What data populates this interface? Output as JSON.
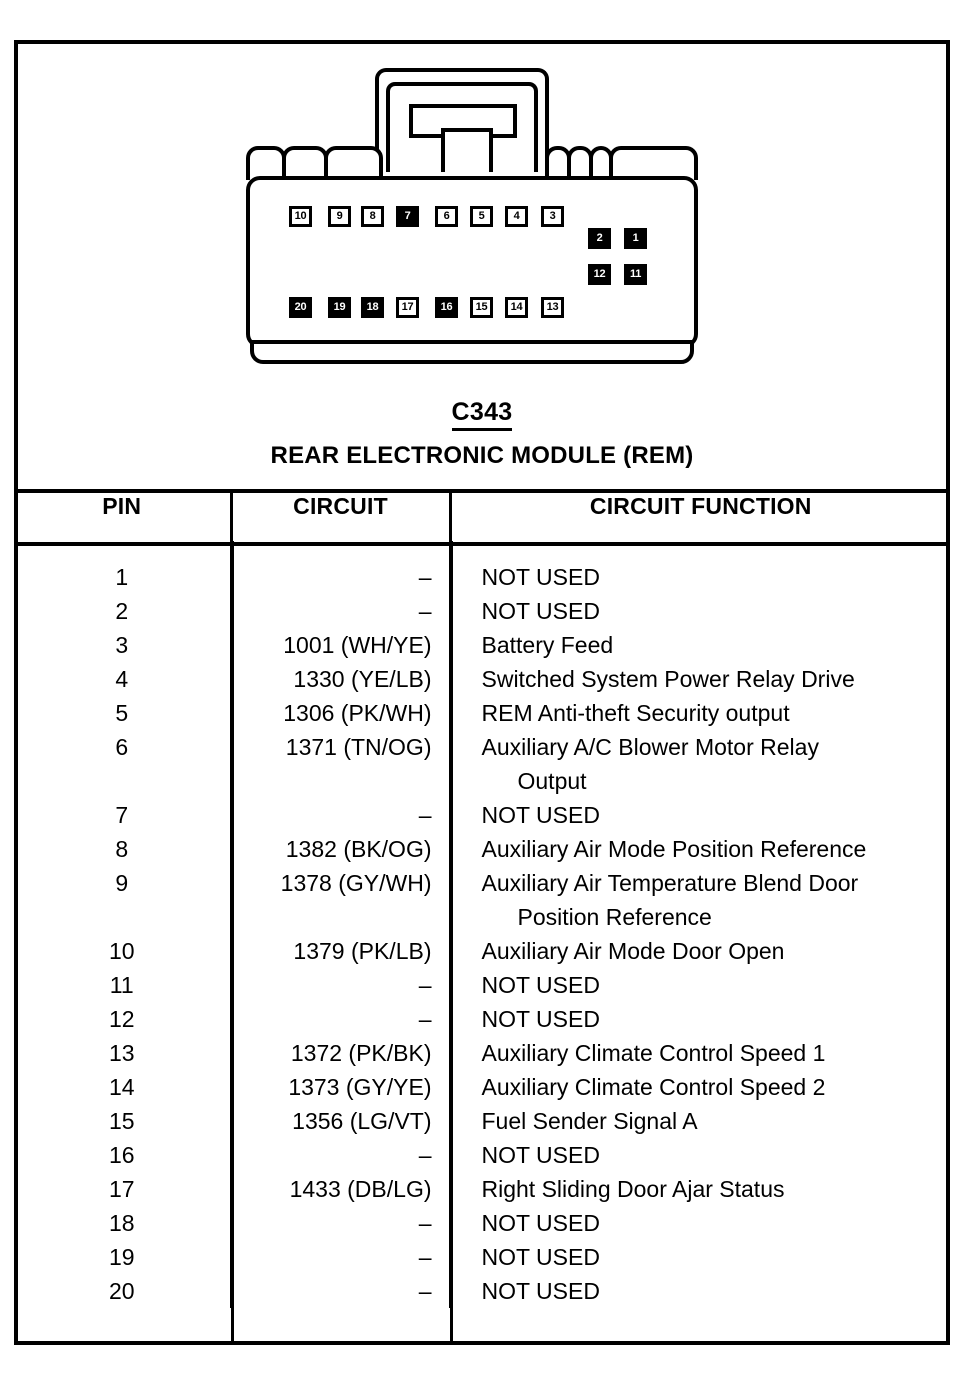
{
  "connector": {
    "code": "C343",
    "module_name": "REAR ELECTRONIC MODULE (REM)",
    "pin_cavities": {
      "top_row": [
        {
          "label": "10",
          "filled": false
        },
        {
          "label": "9",
          "filled": false
        },
        {
          "label": "8",
          "filled": false
        },
        {
          "label": "7",
          "filled": true
        },
        {
          "label": "6",
          "filled": false
        },
        {
          "label": "5",
          "filled": false
        },
        {
          "label": "4",
          "filled": false
        },
        {
          "label": "3",
          "filled": false
        }
      ],
      "side_upper": [
        {
          "label": "2",
          "filled": true
        },
        {
          "label": "1",
          "filled": true
        }
      ],
      "side_lower": [
        {
          "label": "12",
          "filled": true
        },
        {
          "label": "11",
          "filled": true
        }
      ],
      "bottom_row": [
        {
          "label": "20",
          "filled": true
        },
        {
          "label": "19",
          "filled": true
        },
        {
          "label": "18",
          "filled": true
        },
        {
          "label": "17",
          "filled": false
        },
        {
          "label": "16",
          "filled": true
        },
        {
          "label": "15",
          "filled": false
        },
        {
          "label": "14",
          "filled": false
        },
        {
          "label": "13",
          "filled": false
        }
      ]
    }
  },
  "table": {
    "headers": [
      "PIN",
      "CIRCUIT",
      "CIRCUIT FUNCTION"
    ],
    "rows": [
      {
        "pin": "1",
        "circuit": "–",
        "function": "NOT USED",
        "function_cont": ""
      },
      {
        "pin": "2",
        "circuit": "–",
        "function": "NOT USED",
        "function_cont": ""
      },
      {
        "pin": "3",
        "circuit": "1001 (WH/YE)",
        "function": "Battery Feed",
        "function_cont": ""
      },
      {
        "pin": "4",
        "circuit": "1330 (YE/LB)",
        "function": "Switched System Power Relay Drive",
        "function_cont": ""
      },
      {
        "pin": "5",
        "circuit": "1306 (PK/WH)",
        "function": "REM Anti-theft Security output",
        "function_cont": ""
      },
      {
        "pin": "6",
        "circuit": "1371 (TN/OG)",
        "function": "Auxiliary A/C Blower Motor Relay",
        "function_cont": "Output"
      },
      {
        "pin": "7",
        "circuit": "–",
        "function": "NOT USED",
        "function_cont": ""
      },
      {
        "pin": "8",
        "circuit": "1382 (BK/OG)",
        "function": "Auxiliary Air Mode Position Reference",
        "function_cont": ""
      },
      {
        "pin": "9",
        "circuit": "1378 (GY/WH)",
        "function": "Auxiliary Air Temperature Blend Door",
        "function_cont": "Position Reference"
      },
      {
        "pin": "10",
        "circuit": "1379 (PK/LB)",
        "function": "Auxiliary Air Mode Door Open",
        "function_cont": ""
      },
      {
        "pin": "11",
        "circuit": "–",
        "function": "NOT USED",
        "function_cont": ""
      },
      {
        "pin": "12",
        "circuit": "–",
        "function": "NOT USED",
        "function_cont": ""
      },
      {
        "pin": "13",
        "circuit": "1372 (PK/BK)",
        "function": "Auxiliary Climate Control Speed 1",
        "function_cont": ""
      },
      {
        "pin": "14",
        "circuit": "1373 (GY/YE)",
        "function": "Auxiliary Climate Control Speed 2",
        "function_cont": ""
      },
      {
        "pin": "15",
        "circuit": "1356 (LG/VT)",
        "function": "Fuel Sender Signal A",
        "function_cont": ""
      },
      {
        "pin": "16",
        "circuit": "–",
        "function": "NOT USED",
        "function_cont": ""
      },
      {
        "pin": "17",
        "circuit": "1433 (DB/LG)",
        "function": "Right Sliding Door Ajar Status",
        "function_cont": ""
      },
      {
        "pin": "18",
        "circuit": "–",
        "function": "NOT USED",
        "function_cont": ""
      },
      {
        "pin": "19",
        "circuit": "–",
        "function": "NOT USED",
        "function_cont": ""
      },
      {
        "pin": "20",
        "circuit": "–",
        "function": "NOT USED",
        "function_cont": ""
      }
    ]
  },
  "colors": {
    "ink": "#000000",
    "paper": "#ffffff"
  }
}
